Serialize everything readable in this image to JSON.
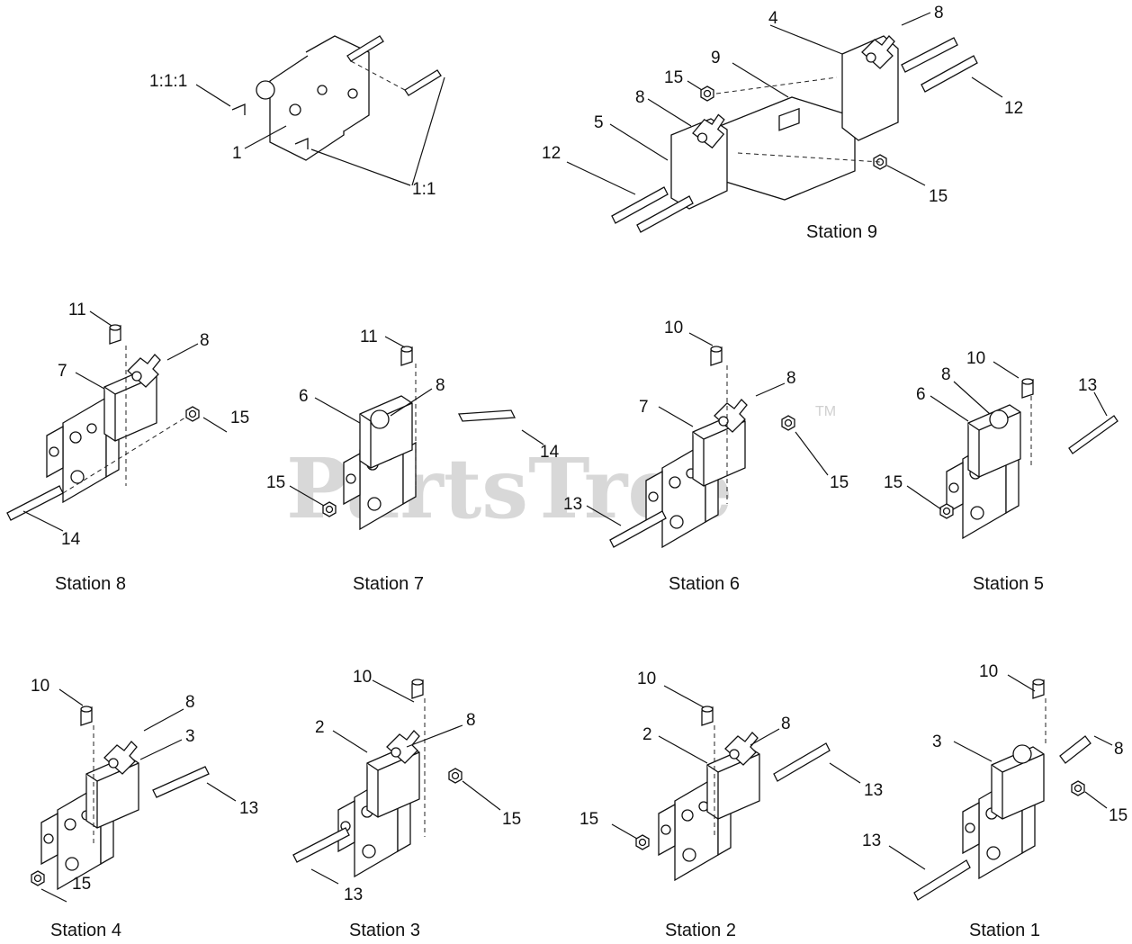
{
  "watermark": {
    "text": "PartsTree",
    "mark": "TM"
  },
  "stations": [
    {
      "id": "s9",
      "label": "Station 9"
    },
    {
      "id": "s8",
      "label": "Station 8"
    },
    {
      "id": "s7",
      "label": "Station 7"
    },
    {
      "id": "s6",
      "label": "Station 6"
    },
    {
      "id": "s5",
      "label": "Station 5"
    },
    {
      "id": "s4",
      "label": "Station 4"
    },
    {
      "id": "s3",
      "label": "Station 3"
    },
    {
      "id": "s2",
      "label": "Station 2"
    },
    {
      "id": "s1",
      "label": "Station 1"
    }
  ],
  "callouts": {
    "top_left": [
      "1:1:1",
      "1",
      "1:1"
    ],
    "s9": [
      "4",
      "8",
      "9",
      "15",
      "8",
      "12",
      "5",
      "12",
      "15"
    ],
    "s8": [
      "11",
      "8",
      "7",
      "15",
      "14"
    ],
    "s7": [
      "11",
      "6",
      "8",
      "14",
      "15"
    ],
    "s6": [
      "10",
      "8",
      "7",
      "15",
      "13"
    ],
    "s5": [
      "10",
      "13",
      "8",
      "6",
      "15"
    ],
    "s4": [
      "10",
      "8",
      "3",
      "13",
      "15"
    ],
    "s3": [
      "10",
      "2",
      "8",
      "15",
      "13"
    ],
    "s2": [
      "10",
      "8",
      "2",
      "13",
      "15"
    ],
    "s1": [
      "10",
      "3",
      "8",
      "15",
      "13"
    ]
  }
}
